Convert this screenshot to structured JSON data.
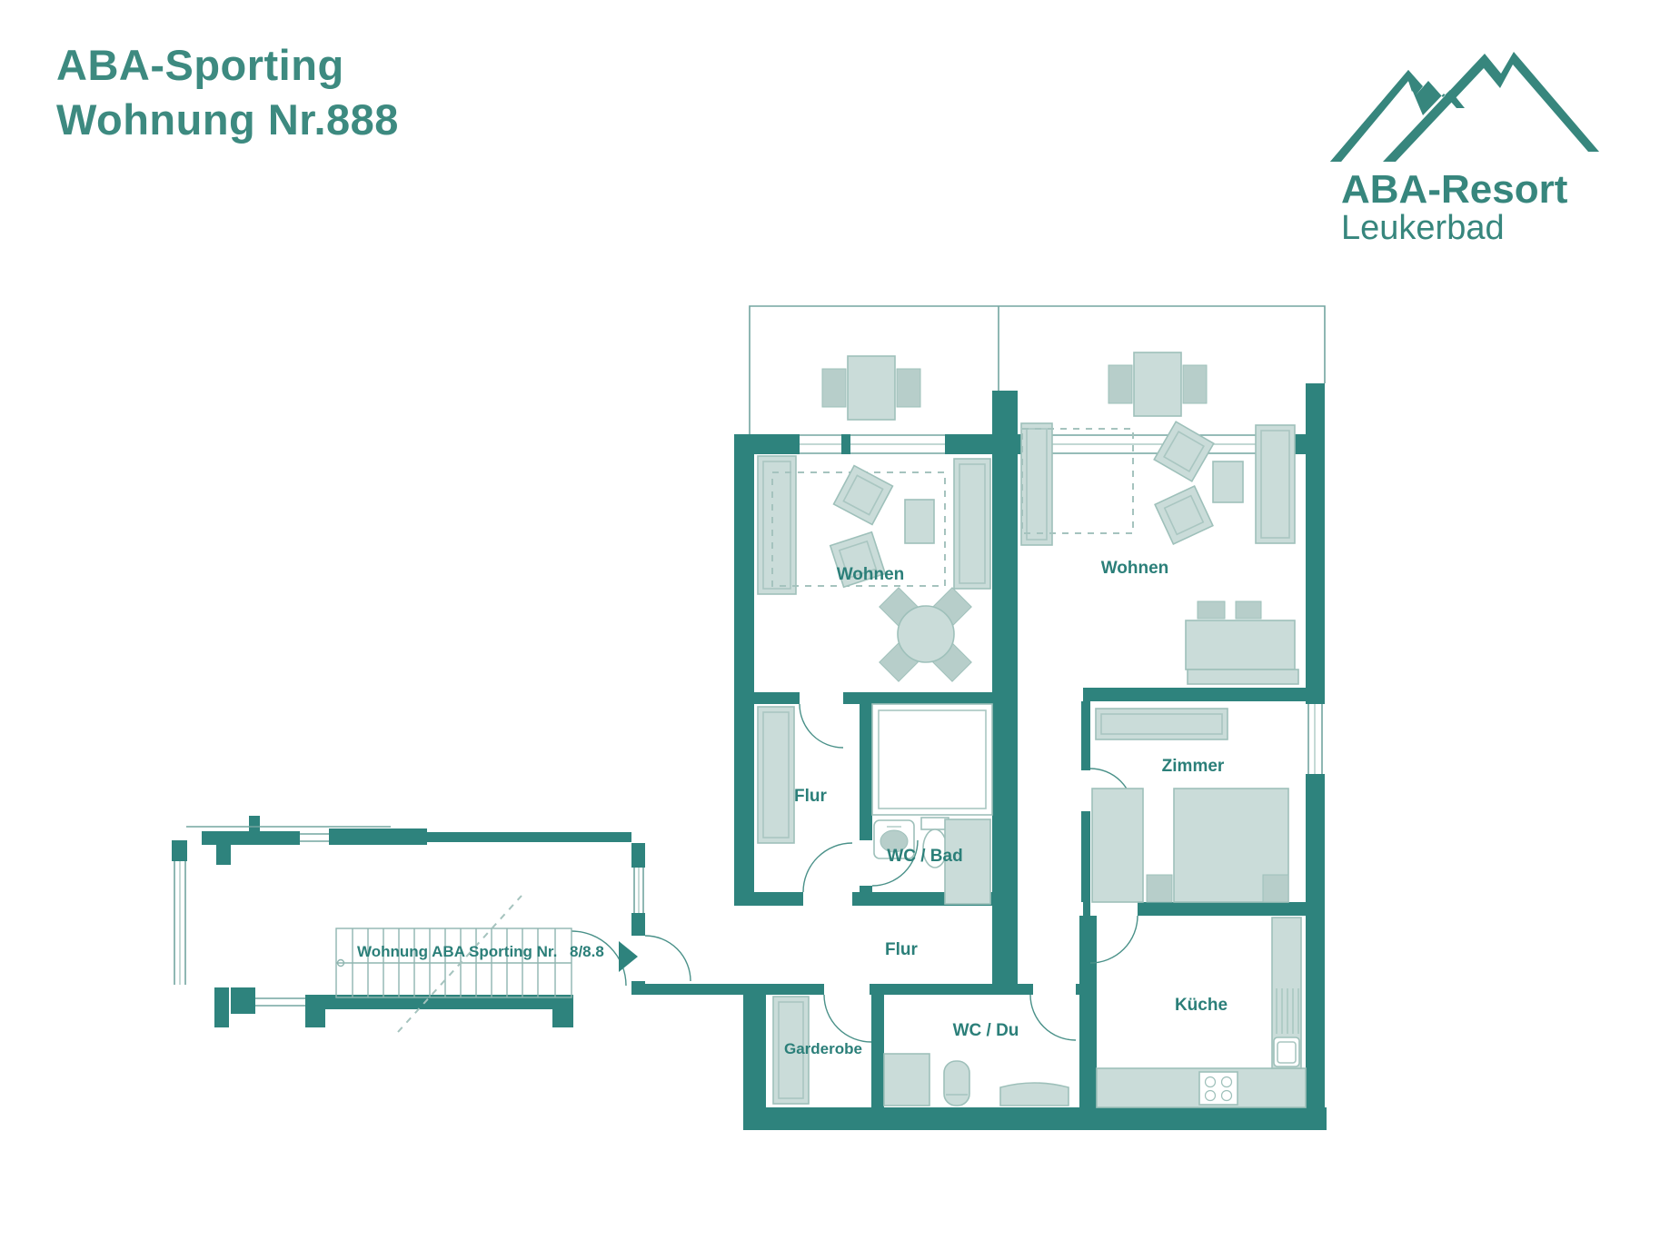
{
  "header": {
    "title_line1": "ABA-Sporting",
    "title_line2": "Wohnung Nr.888"
  },
  "logo": {
    "brand": "ABA-Resort",
    "location": "Leukerbad",
    "icon": "mountain-peaks-icon"
  },
  "plan": {
    "labels": {
      "wohnen_left": "Wohnen",
      "wohnen_right": "Wohnen",
      "zimmer": "Zimmer",
      "flur_upper": "Flur",
      "flur_lower": "Flur",
      "wc_bad": "WC / Bad",
      "wc_du": "WC / Du",
      "garderobe": "Garderobe",
      "kueche": "Küche"
    },
    "entrance": {
      "text": "Wohnung ABA Sporting Nr.",
      "number": "8/8.8",
      "arrow": "right-arrow"
    }
  },
  "colors": {
    "wall": "#2E837D",
    "title_text": "#3D8A80",
    "label_text": "#2B7F79",
    "furniture_fill": "#CADCD9",
    "furniture_stroke": "#9EC0BA",
    "thin_line": "#73A5A0",
    "background": "#FFFFFF"
  }
}
